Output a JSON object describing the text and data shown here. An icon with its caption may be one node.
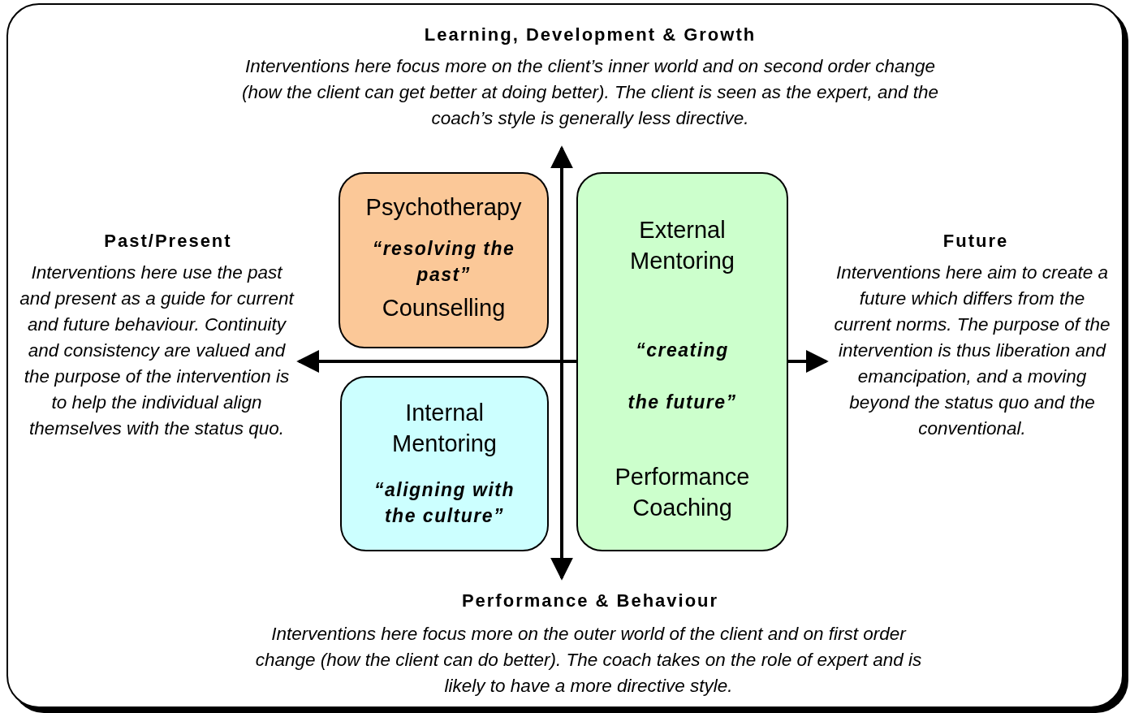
{
  "diagram": {
    "nodes": [
      {
        "text": [
          "Psychotherapy",
          "“resolving the past”",
          "Counselling"
        ]
      },
      {
        "text": [
          "External Mentoring",
          "“creating the future”",
          "Performance Coaching"
        ]
      },
      {
        "text": [
          "Internal Mentoring",
          "“aligning with the culture”"
        ]
      }
    ],
    "labels": [
      "Learning, Development & Growth",
      "Interventions here focus more on the client’s inner world and on second order change (how the client can get better at doing better). The client is seen as the expert, and the coach’s style is generally less directive.",
      "Past/Present",
      "Interventions here use the past and present as a guide for current and future behaviour. Continuity and consistency are valued and the purpose of the intervention is to help the individual align themselves with the status quo.",
      "Future",
      "Interventions here aim to create a future which differs from the current norms. The purpose of the intervention is thus liberation and emancipation, and a moving beyond the status quo and the conventional.",
      "Performance & Behaviour",
      "Interventions here focus more on the outer world of the client and on first order change (how the client can do better). The coach takes on the role of expert and is likely to have a more directive style."
    ]
  }
}
